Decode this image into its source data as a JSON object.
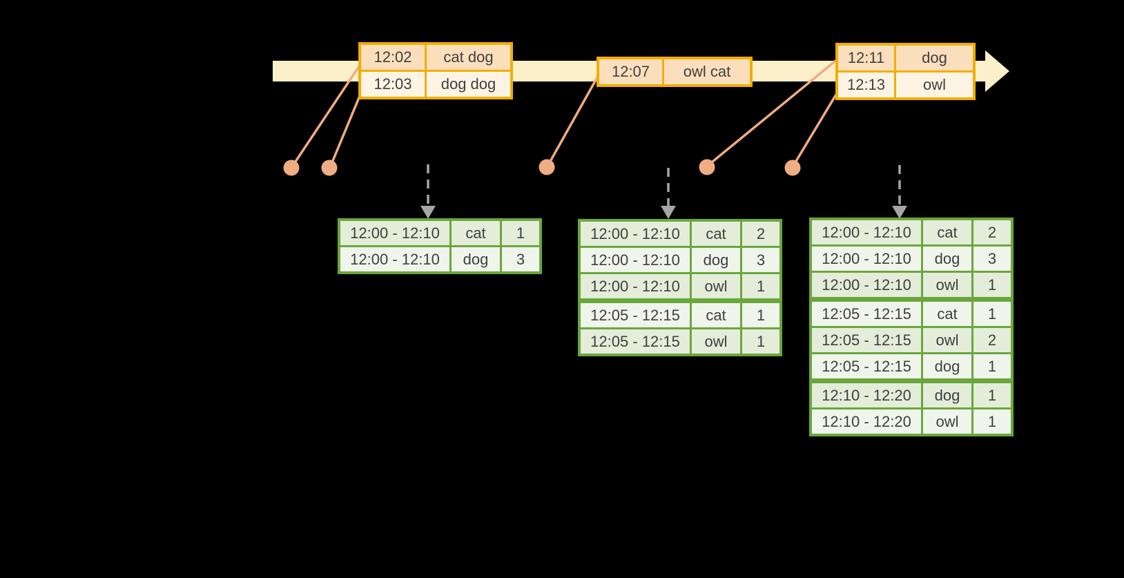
{
  "palette": {
    "background": "#000000",
    "timeline_band": "#FCF0CB",
    "event_table_border": "#F1AE01",
    "event_row_peach": "#FBDFBC",
    "event_row_cream": "#FDF4E4",
    "connector_salmon": "#F0AC82",
    "result_table_border": "#69A73C",
    "result_row_dark": "#E3EDD9",
    "result_row_light": "#F0F5EC",
    "trigger_arrow_gray": "#A6A6A6",
    "text": "#3F3F3F"
  },
  "icons": {
    "timeline_arrow": "right-arrow-band",
    "trigger_arrow": "dashed-down-arrow",
    "event_marker": "filled-dot"
  },
  "event_tables": [
    {
      "rows": [
        {
          "time": "12:02",
          "words": "cat dog"
        },
        {
          "time": "12:03",
          "words": "dog dog"
        }
      ]
    },
    {
      "rows": [
        {
          "time": "12:07",
          "words": "owl cat"
        }
      ]
    },
    {
      "rows": [
        {
          "time": "12:11",
          "words": "dog"
        },
        {
          "time": "12:13",
          "words": "owl"
        }
      ]
    }
  ],
  "result_tables": [
    {
      "rows": [
        {
          "window": "12:00 - 12:10",
          "animal": "cat",
          "count": "1"
        },
        {
          "window": "12:00 - 12:10",
          "animal": "dog",
          "count": "3"
        }
      ]
    },
    {
      "rows": [
        {
          "window": "12:00 - 12:10",
          "animal": "cat",
          "count": "2"
        },
        {
          "window": "12:00 - 12:10",
          "animal": "dog",
          "count": "3"
        },
        {
          "window": "12:00 - 12:10",
          "animal": "owl",
          "count": "1"
        },
        {
          "window": "12:05 - 12:15",
          "animal": "cat",
          "count": "1"
        },
        {
          "window": "12:05 - 12:15",
          "animal": "owl",
          "count": "1"
        }
      ]
    },
    {
      "rows": [
        {
          "window": "12:00 - 12:10",
          "animal": "cat",
          "count": "2"
        },
        {
          "window": "12:00 - 12:10",
          "animal": "dog",
          "count": "3"
        },
        {
          "window": "12:00 - 12:10",
          "animal": "owl",
          "count": "1"
        },
        {
          "window": "12:05 - 12:15",
          "animal": "cat",
          "count": "1"
        },
        {
          "window": "12:05 - 12:15",
          "animal": "owl",
          "count": "2"
        },
        {
          "window": "12:05 - 12:15",
          "animal": "dog",
          "count": "1"
        },
        {
          "window": "12:10 - 12:20",
          "animal": "dog",
          "count": "1"
        },
        {
          "window": "12:10 - 12:20",
          "animal": "owl",
          "count": "1"
        }
      ]
    }
  ]
}
